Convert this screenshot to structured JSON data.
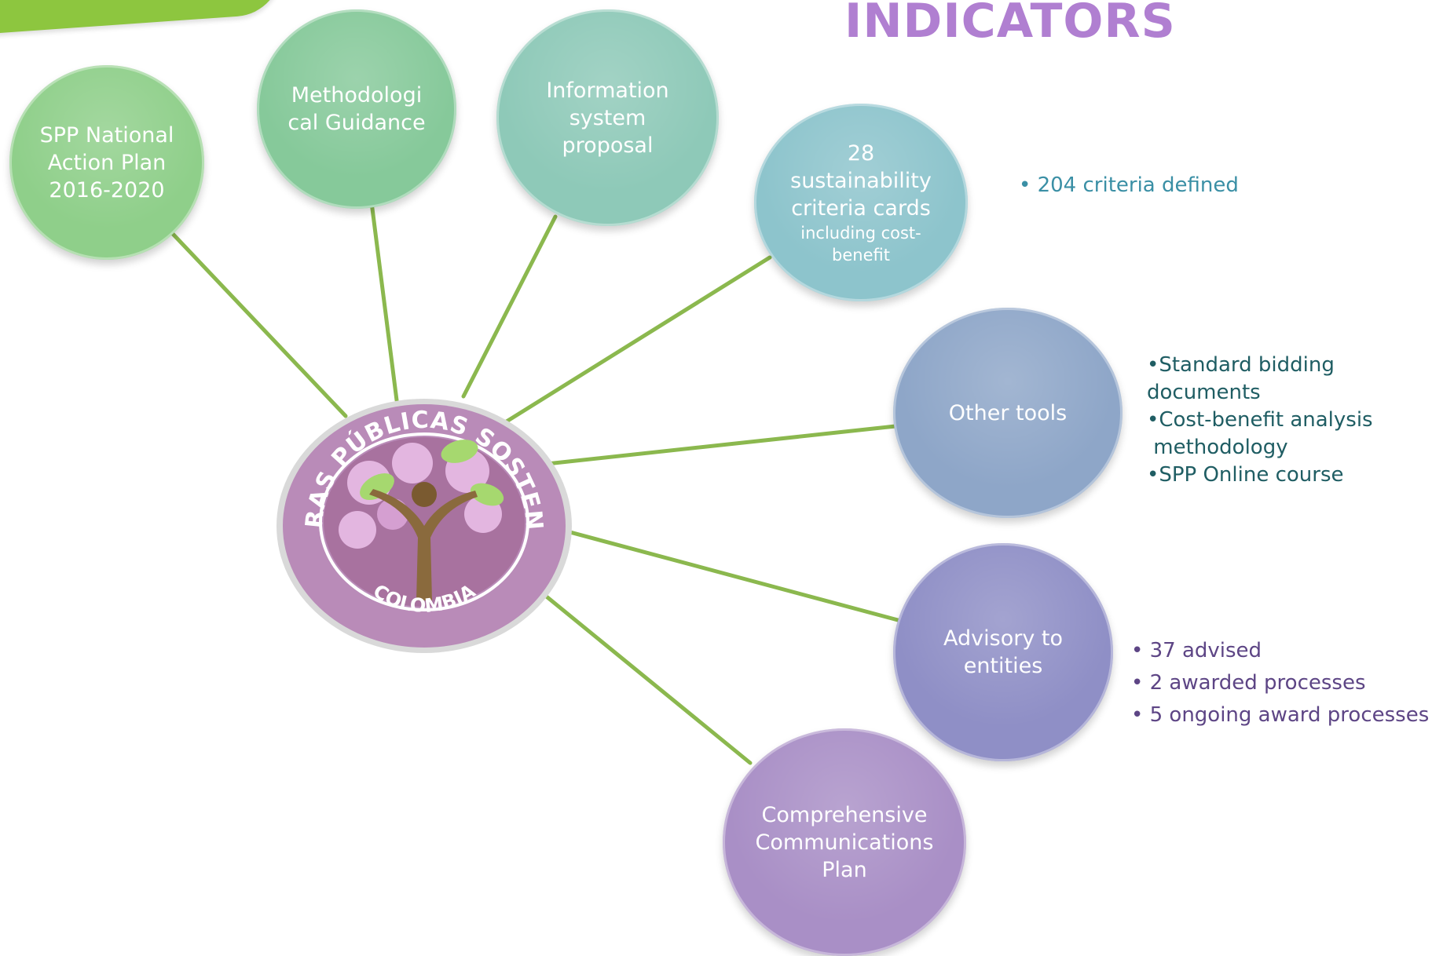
{
  "header": {
    "title": "INDICATORS"
  },
  "hub": {
    "top_text": "COMPRAS PÚBLICAS SOSTENIBLES",
    "bottom_text": "COLOMBIA"
  },
  "nodes": [
    {
      "id": "spp-plan",
      "lines": [
        "SPP National",
        "Action Plan",
        "2016-2020"
      ],
      "color": "#8fcf8a"
    },
    {
      "id": "methodological-guidance",
      "lines": [
        "Methodologi",
        "cal Guidance"
      ],
      "color": "#86c99a"
    },
    {
      "id": "information-system",
      "lines": [
        "Information",
        "system",
        "proposal"
      ],
      "color": "#8ec9b8"
    },
    {
      "id": "criteria-cards",
      "lines": [
        "28",
        "sustainability",
        "criteria cards"
      ],
      "sub_lines": [
        "including cost-",
        "benefit"
      ],
      "color": "#8dc4cc"
    },
    {
      "id": "other-tools",
      "lines": [
        "Other tools"
      ],
      "color": "#8ea6c8"
    },
    {
      "id": "advisory",
      "lines": [
        "Advisory to",
        "entities"
      ],
      "color": "#8f8fc6"
    },
    {
      "id": "communications-plan",
      "lines": [
        "Comprehensive",
        "Communications",
        "Plan"
      ],
      "color": "#a98fc6"
    }
  ],
  "bullet_groups": [
    {
      "id": "criteria",
      "items": [
        "•   204 criteria defined"
      ],
      "color": "#3a8fa5"
    },
    {
      "id": "tools",
      "items": [
        "•Standard bidding documents",
        "•Cost-benefit analysis",
        " methodology",
        "•SPP Online course"
      ],
      "color": "#1f5d63"
    },
    {
      "id": "advisory",
      "items": [
        "• 37 advised",
        "• 2 awarded processes",
        "• 5 ongoing award processes"
      ],
      "color": "#5d4585"
    }
  ],
  "colors": {
    "connector": "#8bb84e",
    "hub_fill": "#b98bb8",
    "hub_ring": "#c9c9c9",
    "tree_trunk": "#8a6a3d",
    "leaf": "#a6d86f",
    "flower": "#e3b6e0"
  }
}
